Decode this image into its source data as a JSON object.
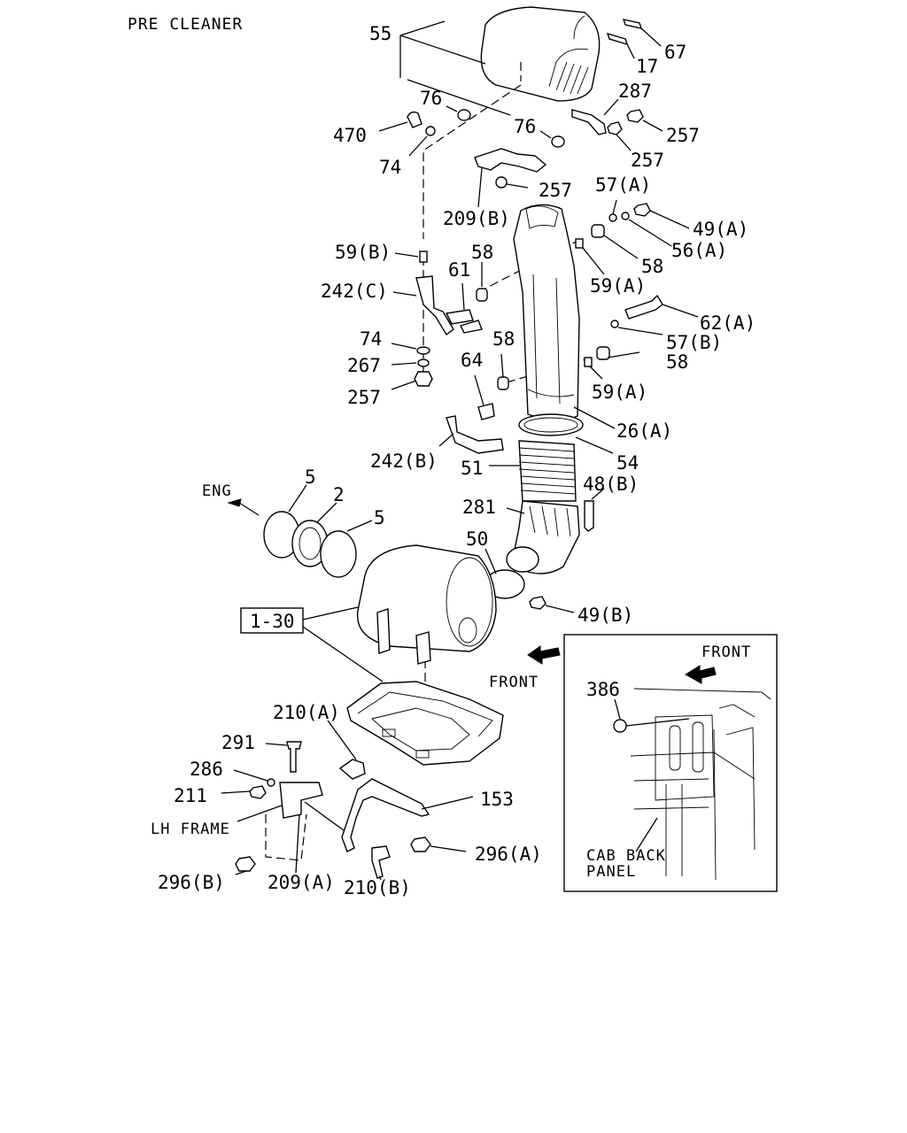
{
  "title": "PRE CLEANER",
  "callouts": {
    "c55": "55",
    "c67": "67",
    "c17": "17",
    "c76a": "76",
    "c76b": "76",
    "c287": "287",
    "c470": "470",
    "c74a": "74",
    "c257a": "257",
    "c257b": "257",
    "c257c": "257",
    "c209b": "209(B)",
    "c57a": "57(A)",
    "c49a": "49(A)",
    "c56a": "56(A)",
    "c59b": "59(B)",
    "c58a": "58",
    "c58b": "58",
    "c61": "61",
    "c59a1": "59(A)",
    "c242c": "242(C)",
    "c62a": "62(A)",
    "c57b": "57(B)",
    "c74b": "74",
    "c58c": "58",
    "c58d": "58",
    "c267": "267",
    "c64": "64",
    "c59a2": "59(A)",
    "c257d": "257",
    "c26a": "26(A)",
    "c242b": "242(B)",
    "c54": "54",
    "c51": "51",
    "c48b": "48(B)",
    "c5a": "5",
    "c2": "2",
    "c5b": "5",
    "c281": "281",
    "c50": "50",
    "c49b": "49(B)",
    "c130": "1-30",
    "c210a": "210(A)",
    "c291": "291",
    "c286": "286",
    "c211": "211",
    "c153": "153",
    "c296a": "296(A)",
    "c296b": "296(B)",
    "c209a": "209(A)",
    "c210b": "210(B)",
    "c386": "386"
  },
  "notes": {
    "eng": "ENG",
    "front_main": "FRONT",
    "front_inset": "FRONT",
    "lh_frame": "LH FRAME",
    "cab_back_1": "CAB BACK",
    "cab_back_2": "PANEL"
  }
}
